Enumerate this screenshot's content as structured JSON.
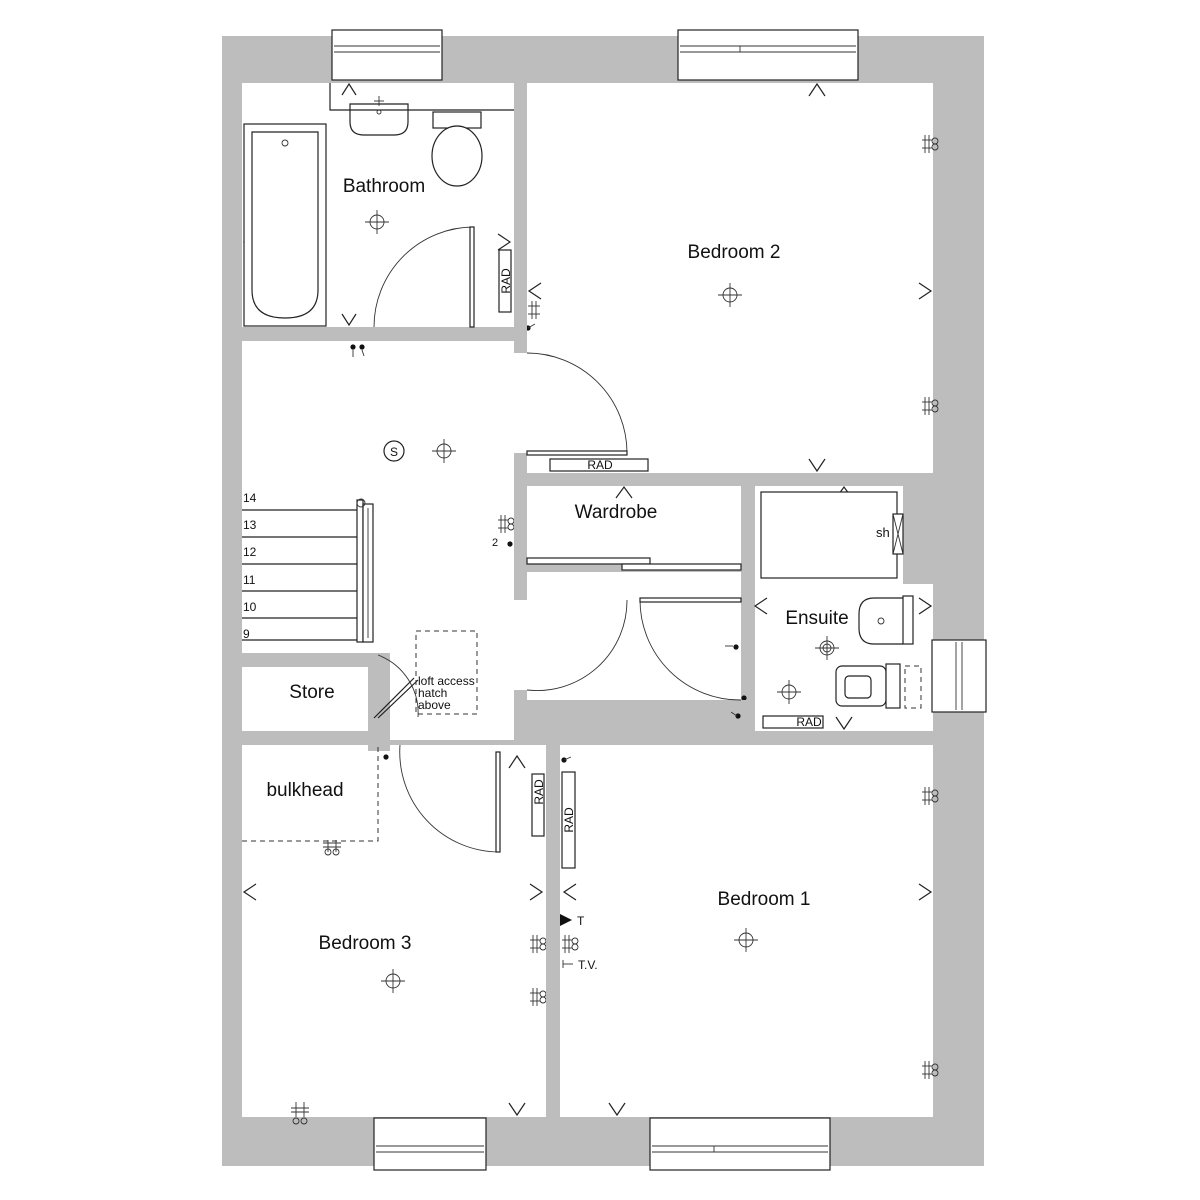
{
  "rooms": {
    "bathroom": "Bathroom",
    "bedroom2": "Bedroom 2",
    "wardrobe": "Wardrobe",
    "ensuite": "Ensuite",
    "store": "Store",
    "bulkhead": "bulkhead",
    "bedroom3": "Bedroom 3",
    "bedroom1": "Bedroom 1"
  },
  "radiators": {
    "label": "RAD"
  },
  "stairs": {
    "steps": [
      "14",
      "13",
      "12",
      "11",
      "10",
      "9"
    ]
  },
  "symbols": {
    "smoke_detector": "S",
    "shower": "sh",
    "thermostat": "T",
    "tv": "T.V.",
    "switch_count": "2"
  },
  "loft": {
    "line1": "loft access",
    "line2": "hatch",
    "line3": "above"
  },
  "colors": {
    "wall": "#bdbdbd",
    "line": "#222222"
  }
}
